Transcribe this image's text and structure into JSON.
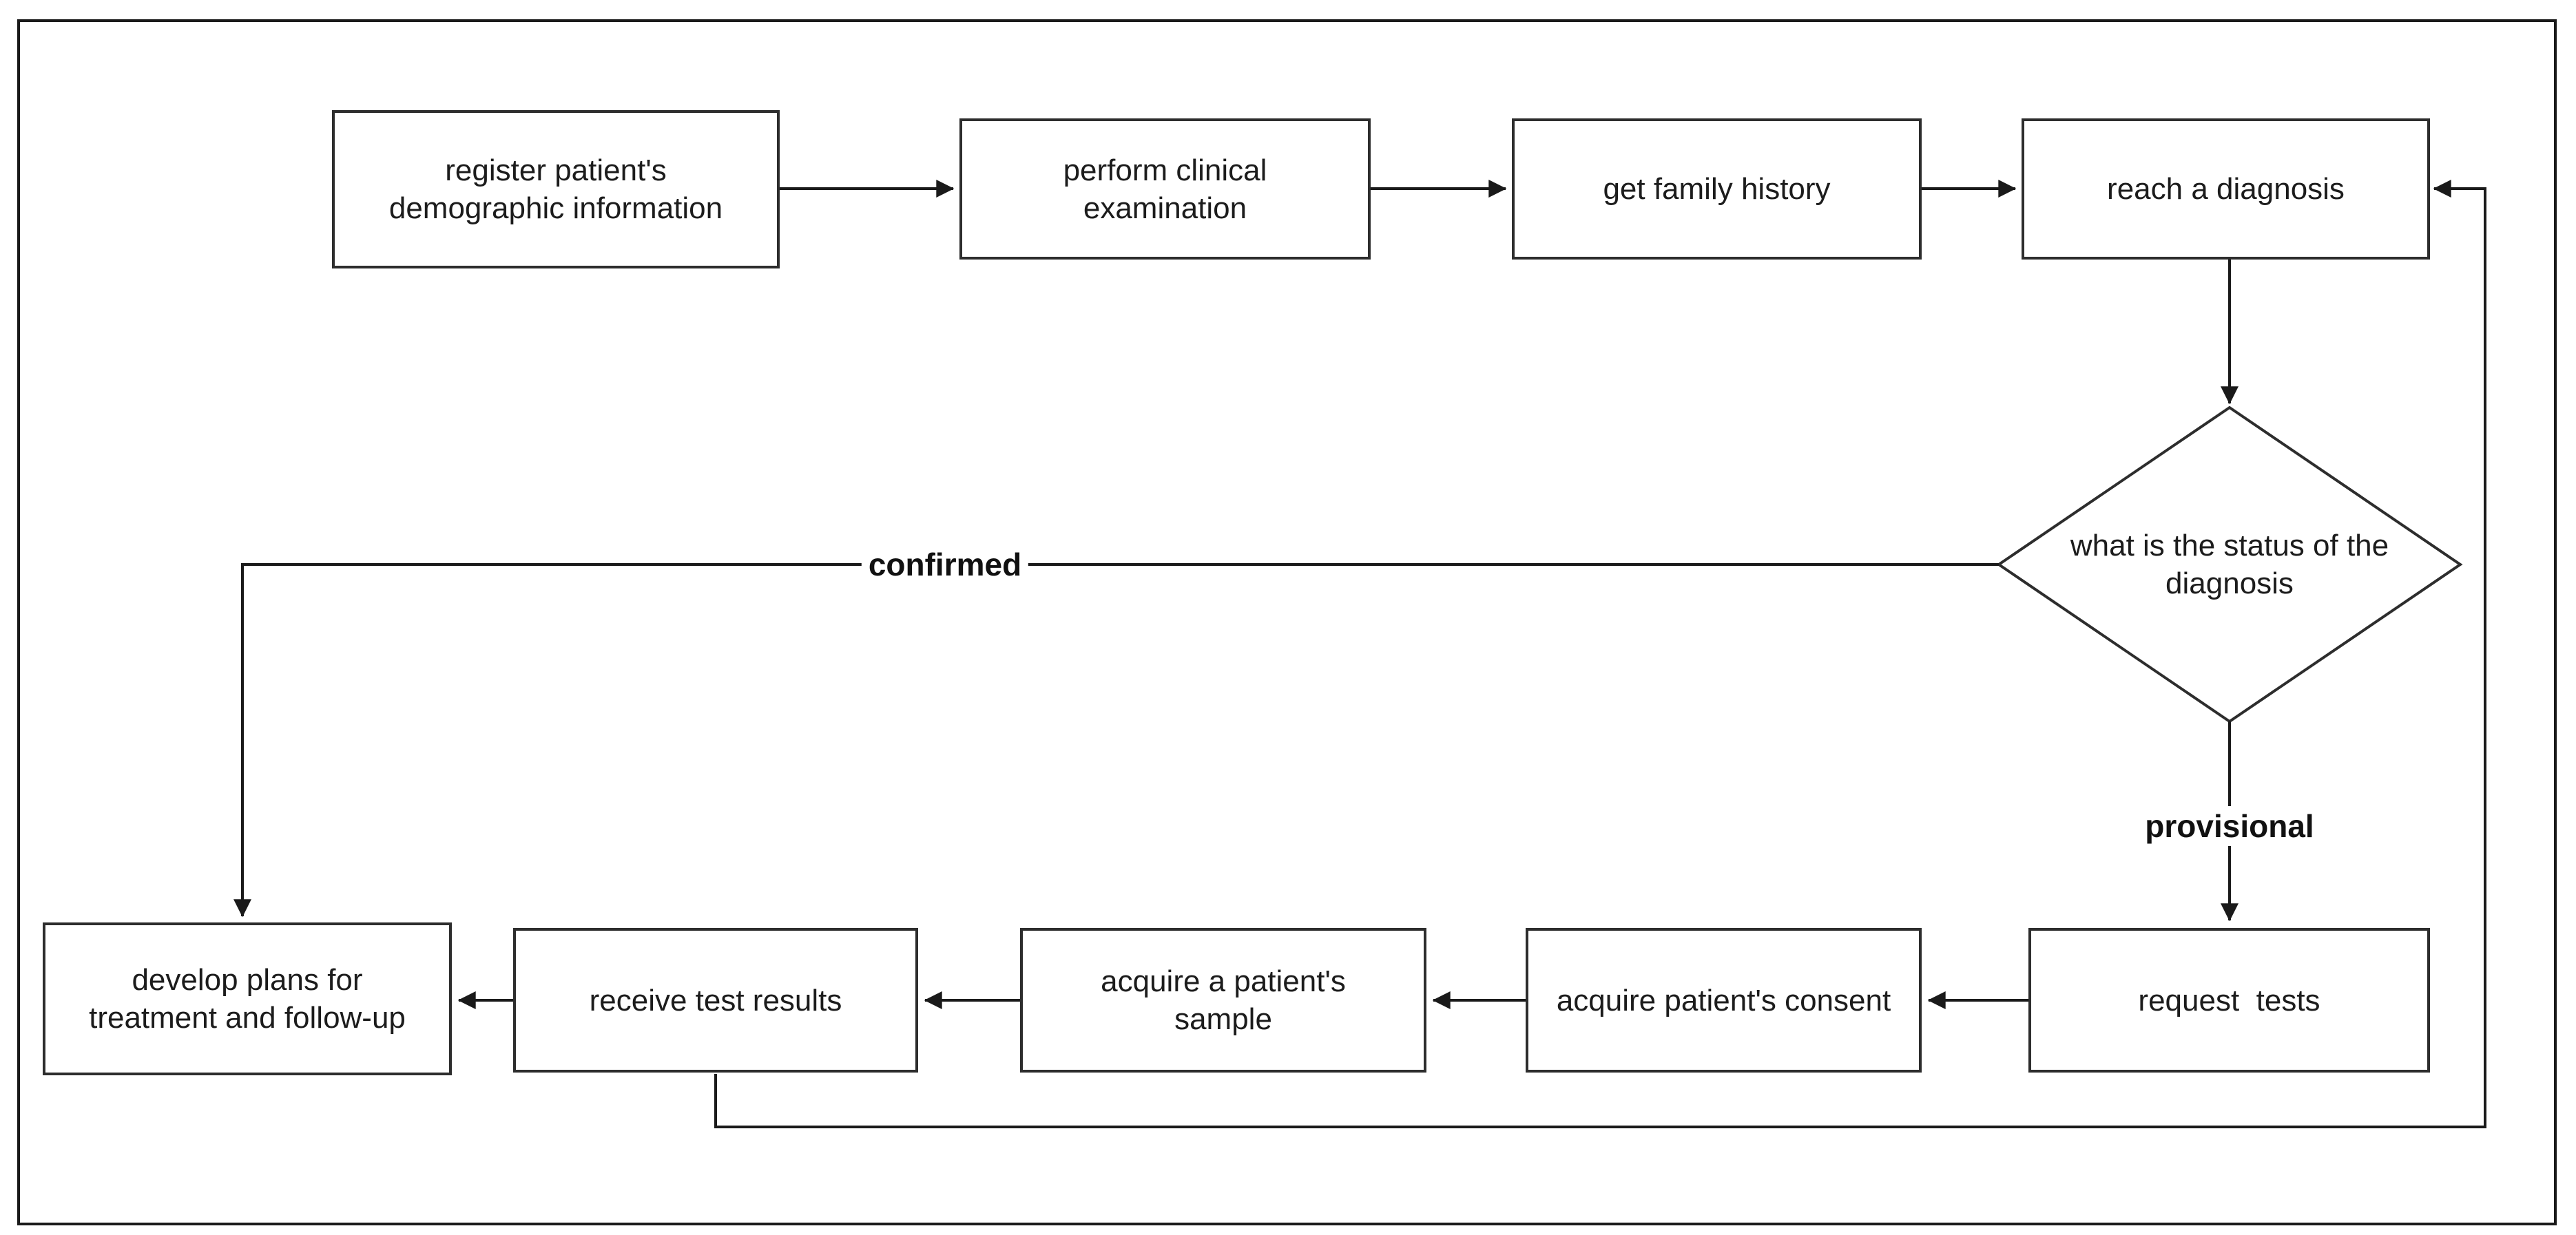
{
  "diagram": {
    "title": "patient diagnosis workflow flowchart",
    "nodes": {
      "register": {
        "label": "register patient's\ndemographic information"
      },
      "examination": {
        "label": "perform clinical\nexamination"
      },
      "family_history": {
        "label": "get family history"
      },
      "diagnosis": {
        "label": "reach a diagnosis"
      },
      "status_decision": {
        "label": "what is the status of the\ndiagnosis"
      },
      "develop_plans": {
        "label": "develop plans for\ntreatment and follow-up"
      },
      "receive_results": {
        "label": "receive test results"
      },
      "acquire_sample": {
        "label": "acquire a patient's\nsample"
      },
      "acquire_consent": {
        "label": "acquire patient's consent"
      },
      "request_tests": {
        "label": "request  tests"
      }
    },
    "edge_labels": {
      "confirmed": "confirmed",
      "provisional": "provisional"
    },
    "colors": {
      "line": "#1a1a1a",
      "box_border": "#2d2d2d",
      "text": "#1c1c1c",
      "background": "#ffffff"
    }
  }
}
